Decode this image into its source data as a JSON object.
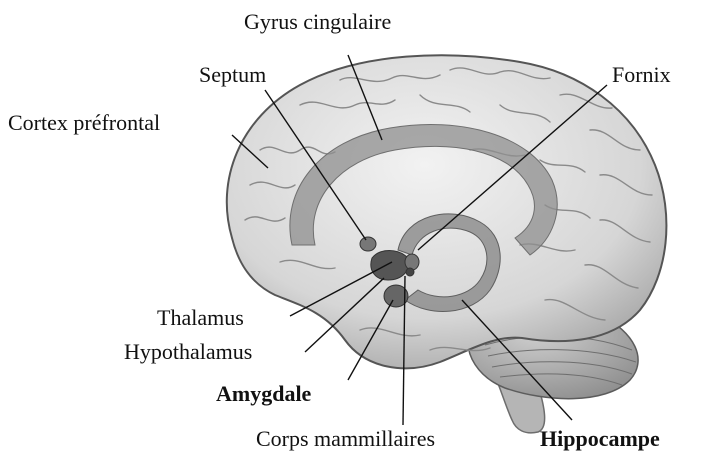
{
  "labels": {
    "gyrus_cingulaire": "Gyrus cingulaire",
    "septum": "Septum",
    "fornix": "Fornix",
    "cortex_prefrontal": "Cortex préfrontal",
    "thalamus": "Thalamus",
    "hypothalamus": "Hypothalamus",
    "amygdale": "Amygdale",
    "corps_mammillaires": "Corps mammillaires",
    "hippocampe": "Hippocampe"
  },
  "colors": {
    "brain_fill": "#d9d9d9",
    "gyri_lines": "#8a8a8a",
    "limbic_band": "#8f8f8f",
    "deep_structures": "#555555",
    "leader_lines": "#111111",
    "text": "#111111"
  }
}
